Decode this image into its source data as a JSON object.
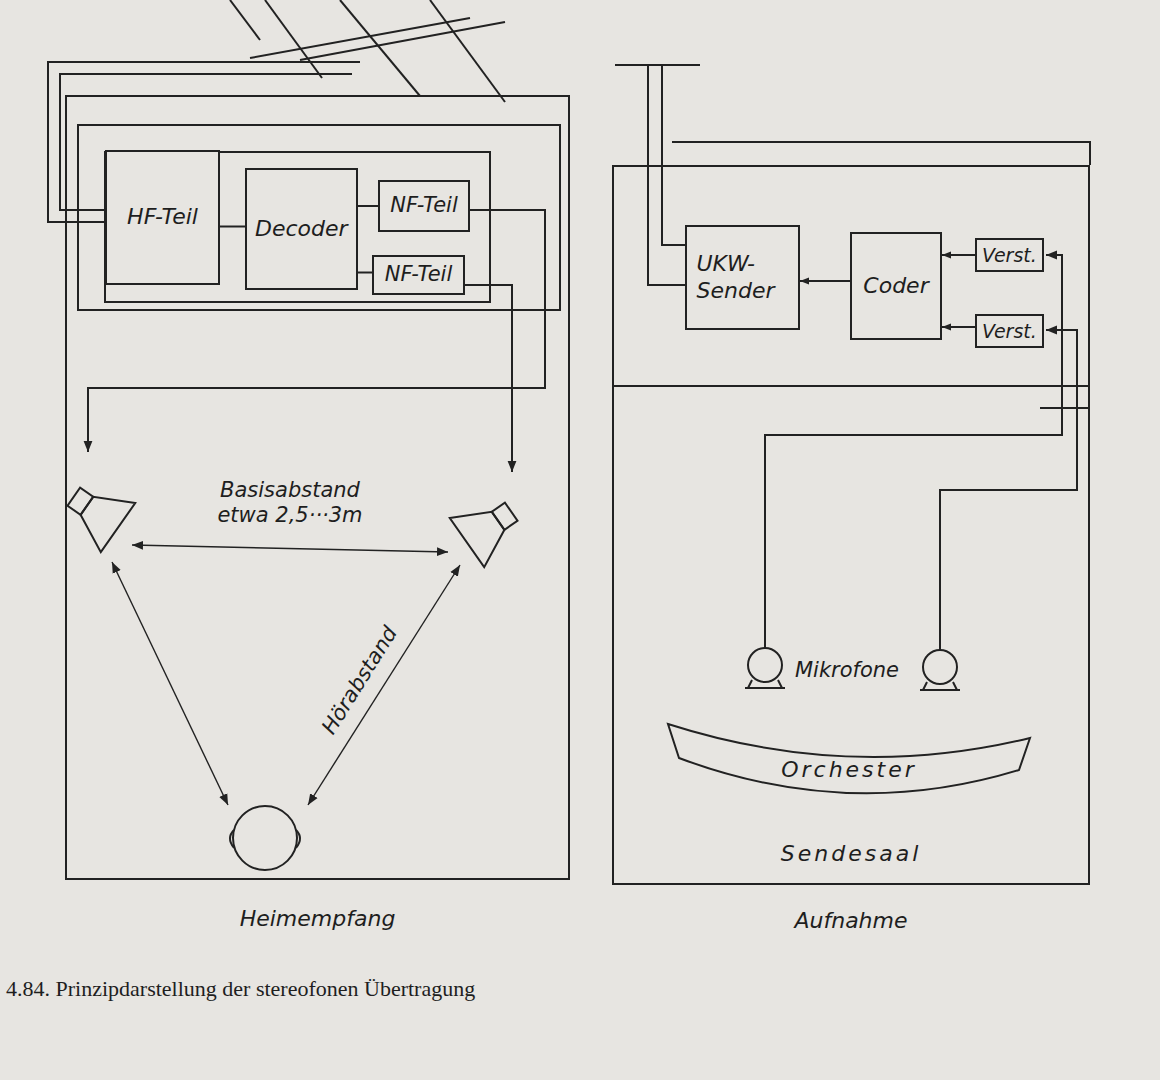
{
  "diagram": {
    "caption": "4.84. Prinzipdarstellung der stereofonen Übertragung",
    "nodes": [
      {
        "text": [
          "Heimempfang"
        ]
      },
      {
        "text": [
          "HF-Teil"
        ],
        "in": 0
      },
      {
        "text": [
          "Decoder"
        ],
        "in": 0
      },
      {
        "text": [
          "NF-Teil"
        ],
        "in": 0
      },
      {
        "text": [
          "NF-Teil"
        ],
        "in": 0
      },
      {
        "text": [
          "Aufnahme"
        ]
      },
      {
        "text": [
          "UKW- Sender"
        ],
        "in": 5
      },
      {
        "text": [
          "Coder"
        ],
        "in": 5
      },
      {
        "text": [
          "Verst."
        ],
        "in": 5
      },
      {
        "text": [
          "Verst."
        ],
        "in": 5
      },
      {
        "text": [
          "Sendesaal"
        ],
        "in": 5
      },
      {
        "text": [
          "Orchester"
        ],
        "in": 10
      }
    ],
    "edges": [
      {
        "from": 1,
        "to": 2,
        "arrow": "none"
      },
      {
        "from": 2,
        "to": 3,
        "arrow": "none"
      },
      {
        "from": 2,
        "to": 4,
        "arrow": "none"
      },
      {
        "from": 7,
        "to": 6,
        "arrow": "to"
      },
      {
        "from": 8,
        "to": 7,
        "arrow": "to"
      },
      {
        "from": 9,
        "to": 7,
        "arrow": "to"
      }
    ],
    "labels": [
      "Basisabstand etwa 2,5···3m",
      "Hörabstand",
      "Mikrofone"
    ]
  }
}
